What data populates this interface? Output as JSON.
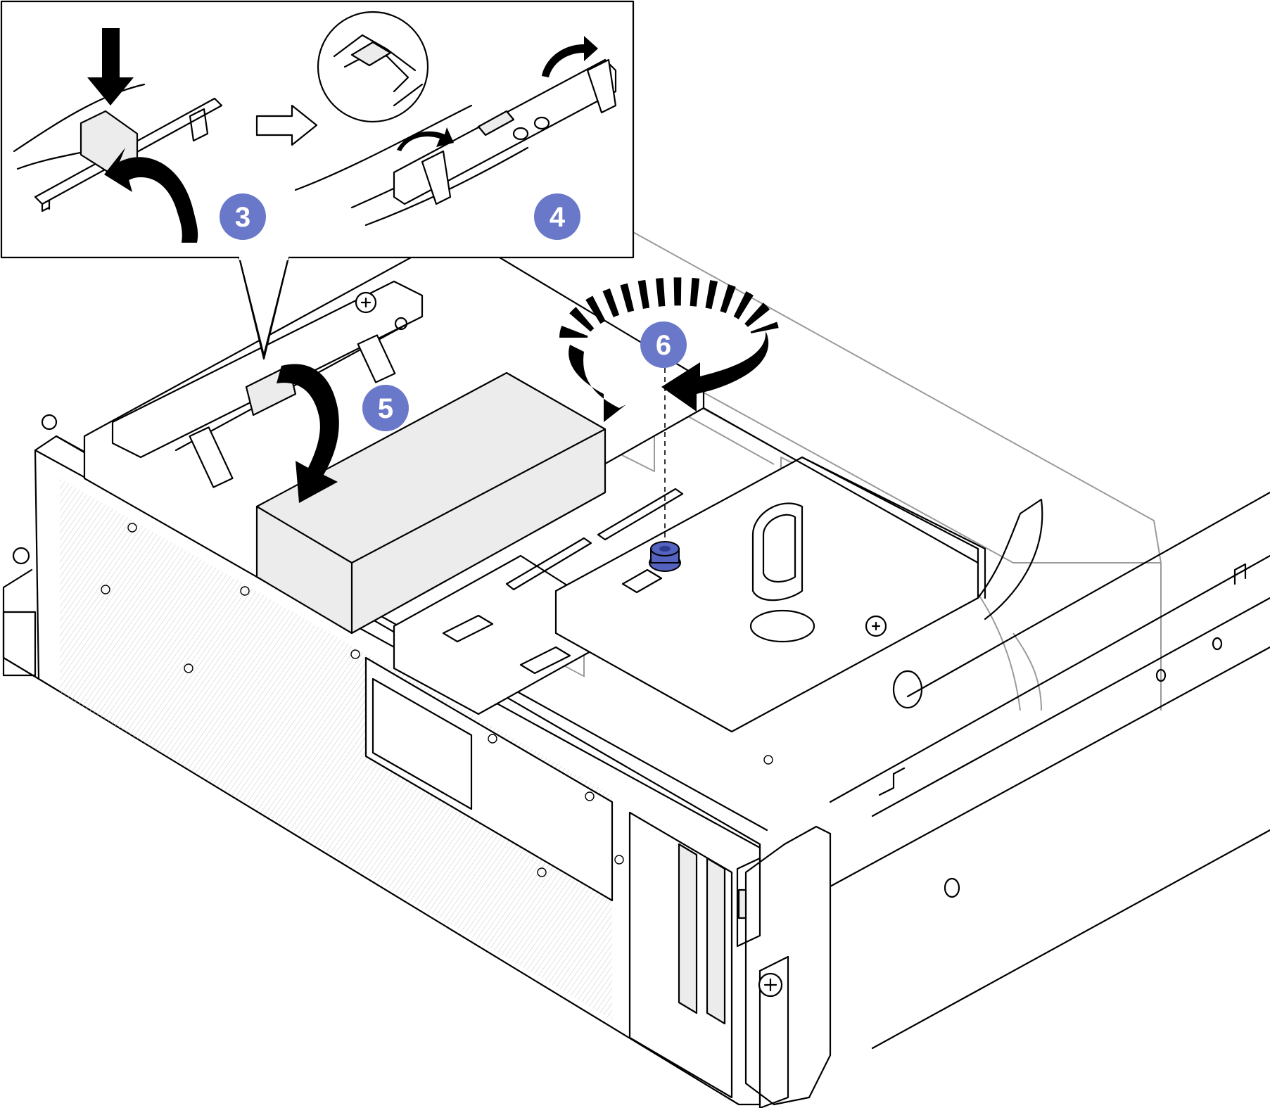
{
  "steps": [
    {
      "id": "step-3",
      "label": "3"
    },
    {
      "id": "step-4",
      "label": "4"
    },
    {
      "id": "step-5",
      "label": "5"
    },
    {
      "id": "step-6",
      "label": "6"
    }
  ],
  "colors": {
    "badge": "#6a78c9",
    "screw": "#5563c0",
    "line": "#000000",
    "ghost_line": "#9a9a9a",
    "shade": "#ececec"
  },
  "icons": [
    "push-down-arrow-icon",
    "rotate-curved-arrow-icon",
    "next-step-outline-arrow-icon",
    "magnifier-callout-icon",
    "clockwise-rotation-arrow-icon",
    "thumbscrew-icon"
  ]
}
